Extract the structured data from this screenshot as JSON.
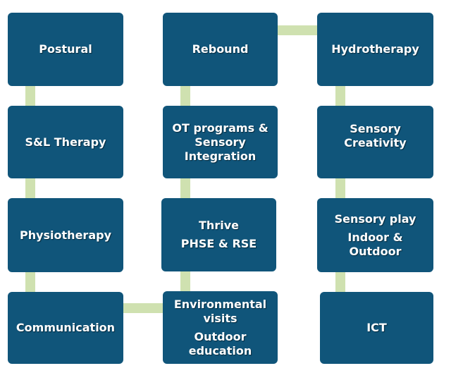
{
  "columns": [
    {
      "boxes": [
        {
          "lines": [
            "Postural"
          ]
        },
        {
          "lines": [
            "S&L Therapy"
          ]
        },
        {
          "lines": [
            "Physiotherapy"
          ]
        },
        {
          "lines": [
            "Communication"
          ]
        }
      ]
    },
    {
      "boxes": [
        {
          "lines": [
            "Rebound"
          ]
        },
        {
          "lines": [
            "OT programs &",
            "Sensory",
            "Integration"
          ]
        },
        {
          "lines": [
            "Thrive",
            "PHSE & RSE"
          ]
        },
        {
          "lines": [
            "Environmental",
            "visits",
            "Outdoor",
            "education"
          ]
        }
      ]
    },
    {
      "boxes": [
        {
          "lines": [
            "Hydrotherapy"
          ]
        },
        {
          "lines": [
            "Sensory Creativity"
          ]
        },
        {
          "lines": [
            "Sensory play",
            "Indoor & Outdoor"
          ]
        },
        {
          "lines": [
            "ICT"
          ]
        }
      ]
    }
  ],
  "colors": {
    "box_fill": "#10557a",
    "box_text": "#ffffff",
    "connector": "#cfe1b0"
  }
}
